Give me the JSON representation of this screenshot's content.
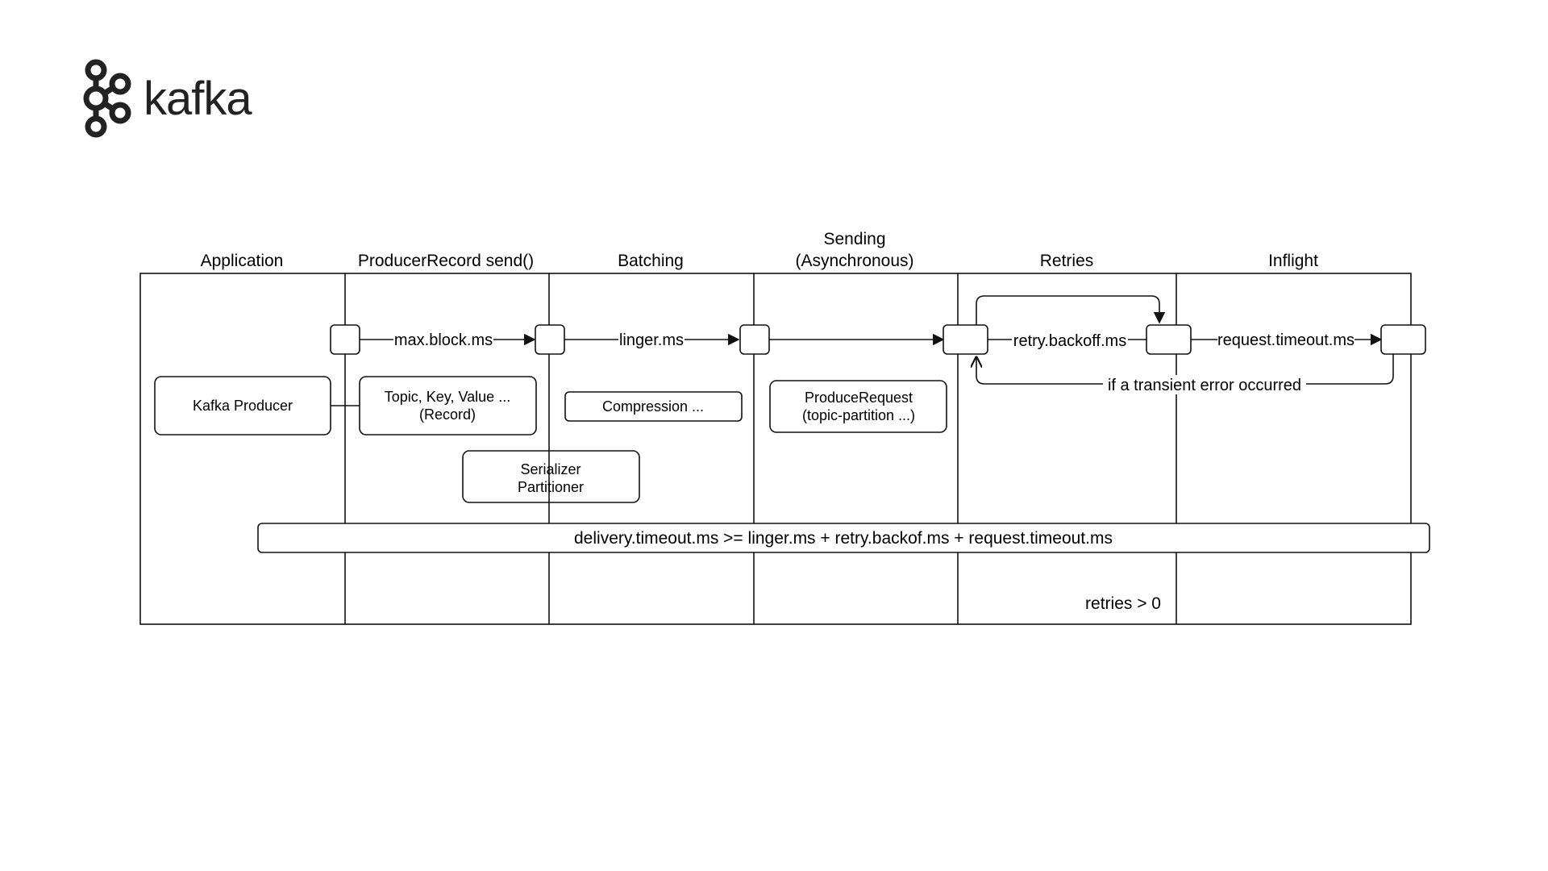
{
  "logo": {
    "text": "kafka",
    "icon": "kafka-logo-icon"
  },
  "lanes": [
    {
      "id": "application",
      "title_lines": [
        "Application"
      ]
    },
    {
      "id": "producer-record-send",
      "title_lines": [
        "ProducerRecord send()"
      ]
    },
    {
      "id": "batching",
      "title_lines": [
        "Batching"
      ]
    },
    {
      "id": "sending",
      "title_lines": [
        "Sending",
        "(Asynchronous)"
      ]
    },
    {
      "id": "retries",
      "title_lines": [
        "Retries"
      ]
    },
    {
      "id": "inflight",
      "title_lines": [
        "Inflight"
      ]
    }
  ],
  "boxes": [
    {
      "id": "kafka-producer",
      "lines": [
        "Kafka Producer"
      ]
    },
    {
      "id": "record",
      "lines": [
        "Topic, Key, Value ...",
        "(Record)"
      ]
    },
    {
      "id": "compression",
      "lines": [
        "Compression ..."
      ]
    },
    {
      "id": "produce-request",
      "lines": [
        "ProduceRequest",
        "(topic-partition ...)"
      ]
    },
    {
      "id": "serializer-partitioner",
      "lines": [
        "Serializer",
        "Partitioner"
      ]
    }
  ],
  "edges": {
    "max_block": "max.block.ms",
    "linger": "linger.ms",
    "retry_backoff": "retry.backoff.ms",
    "request_timeout": "request.timeout.ms",
    "transient_error": "if a transient error occurred"
  },
  "formula": "delivery.timeout.ms >= linger.ms + retry.backof.ms + request.timeout.ms",
  "note": "retries > 0",
  "colors": {
    "stroke": "#111111",
    "background": "#ffffff"
  }
}
